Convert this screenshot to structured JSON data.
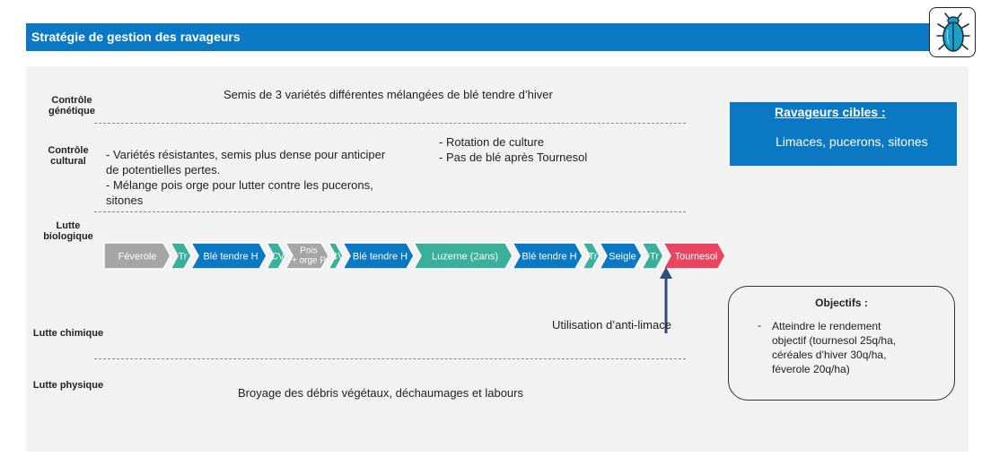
{
  "header": {
    "title": "Stratégie de gestion des ravageurs",
    "logo_icon": "beetle-icon"
  },
  "rows": [
    {
      "label": "Contrôle génétique"
    },
    {
      "label": "Contrôle cultural"
    },
    {
      "label": "Lutte biologique"
    },
    {
      "label": "Lutte chimique"
    },
    {
      "label": "Lutte physique"
    }
  ],
  "genetique_text": "Semis de 3 variétés différentes mélangées de blé tendre d’hiver",
  "cultural_left": [
    "- Variétés résistantes, semis plus dense pour anticiper",
    "de potentielles pertes.",
    "- Mélange pois orge pour lutter contre les pucerons,",
    "sitones"
  ],
  "cultural_right": [
    "- Rotation de culture",
    "- Pas de blé après Tournesol"
  ],
  "rotation": [
    {
      "label": "Féverole",
      "color": "#a5a5a5"
    },
    {
      "label": "Tr",
      "color": "#3aaf9a"
    },
    {
      "label": "Blé tendre H",
      "color": "#0a78c2"
    },
    {
      "label": "CV",
      "color": "#3aaf9a"
    },
    {
      "label": "Pois + orge P",
      "lines": [
        "Pois",
        "+ orge P"
      ],
      "color": "#a5a5a5"
    },
    {
      "label": "CV",
      "color": "#3aaf9a"
    },
    {
      "label": "Blé tendre H",
      "color": "#0a78c2"
    },
    {
      "label": "Luzerne (2ans)",
      "color": "#3aaf9a"
    },
    {
      "label": "Blé tendre H",
      "color": "#0a78c2"
    },
    {
      "label": "Tr",
      "color": "#3aaf9a"
    },
    {
      "label": "Seigle",
      "color": "#0a78c2"
    },
    {
      "label": "Tr",
      "color": "#3aaf9a"
    },
    {
      "label": "Tournesol",
      "color": "#e94560"
    }
  ],
  "chimique_text": "Utilisation  d’anti-limace",
  "physique_text": "Broyage des débris végétaux, déchaumages et labours",
  "cibles": {
    "title": "Ravageurs cibles :",
    "value": "Limaces, pucerons, sitones"
  },
  "objectifs": {
    "title": "Objectifs :",
    "bullet": "-",
    "lines": [
      "Atteindre le rendement",
      "objectif (tournesol 25q/ha,",
      "céréales d’hiver 30q/ha,",
      "féverole 20q/ha)"
    ]
  },
  "colors": {
    "blue": "#0a78c2",
    "teal": "#3aaf9a",
    "grey": "#a5a5a5",
    "red": "#e94560",
    "panel": "#f2f2f2"
  }
}
